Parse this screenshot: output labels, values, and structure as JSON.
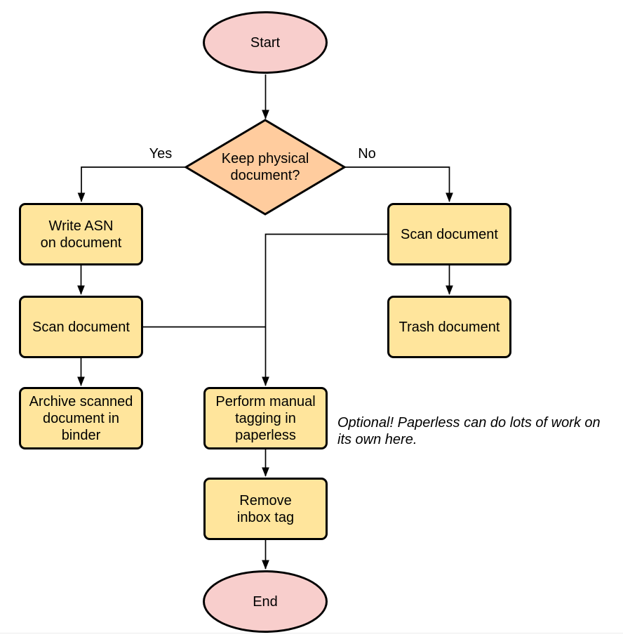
{
  "canvas": {
    "background": "#ffffff",
    "bottom_border_color": "#ebebeb"
  },
  "colors": {
    "terminal_fill": "#F8CECC",
    "decision_fill": "#FFCC9E",
    "process_fill": "#FFE59C",
    "stroke": "#000000"
  },
  "nodes": {
    "start": {
      "type": "terminal",
      "label": "Start"
    },
    "decision": {
      "type": "decision",
      "label": "Keep physical\ndocument?"
    },
    "write_asn": {
      "type": "process",
      "label": "Write ASN\non document"
    },
    "scan_left": {
      "type": "process",
      "label": "Scan document"
    },
    "archive": {
      "type": "process",
      "label": "Archive scanned\ndocument in\nbinder"
    },
    "scan_right": {
      "type": "process",
      "label": "Scan document"
    },
    "trash": {
      "type": "process",
      "label": "Trash document"
    },
    "perform_tagging": {
      "type": "process",
      "label": "Perform manual\ntagging in\npaperless"
    },
    "remove_inbox": {
      "type": "process",
      "label": "Remove\ninbox tag"
    },
    "end": {
      "type": "terminal",
      "label": "End"
    }
  },
  "edge_labels": {
    "yes": "Yes",
    "no": "No"
  },
  "note": {
    "text": "Optional! Paperless can do lots of work on\nits own here."
  }
}
